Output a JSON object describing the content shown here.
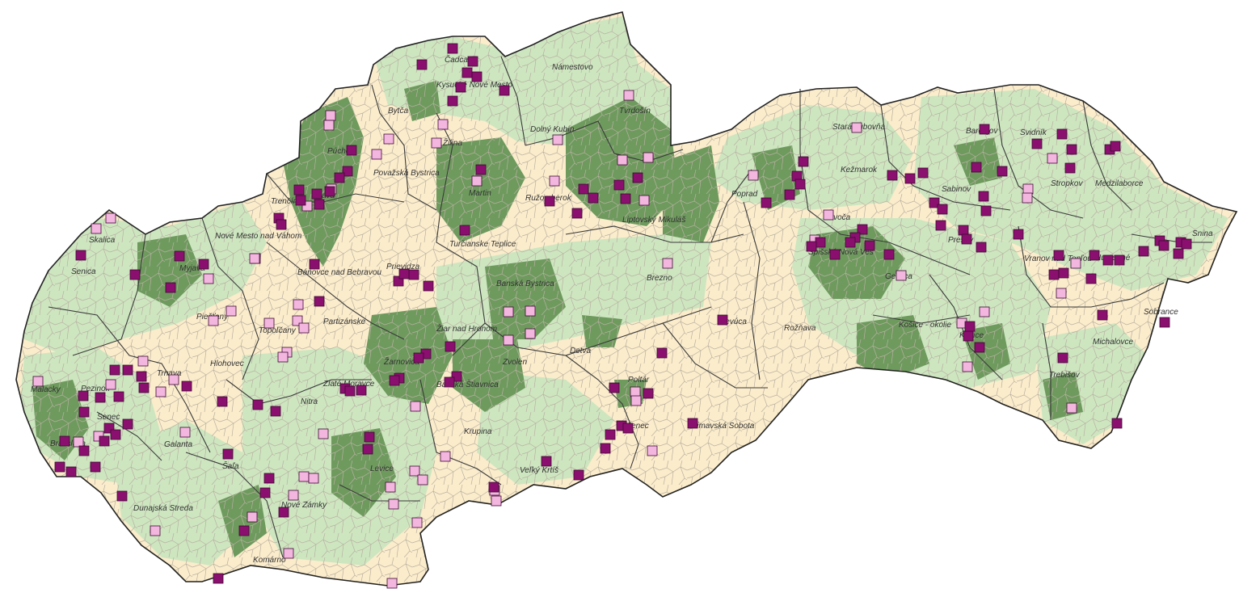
{
  "map": {
    "colors": {
      "background": "#ffffff",
      "land_base": "#fbeccb",
      "land_light_green": "#cde6c0",
      "land_dark_green": "#6e9a5e",
      "municipal_border": "#b8b0a0",
      "district_border": "#3a3a3a",
      "country_border": "#222222",
      "marker_dark": "#8b0f6e",
      "marker_light": "#f3b6df",
      "marker_outline": "#3d0a33"
    },
    "district_labels": [
      "Čadca",
      "Námestovo",
      "Kysucké Nové Mesto",
      "Bytča",
      "Tvrdošín",
      "Dolný Kubín",
      "Žilina",
      "Púchov",
      "Považská Bystrica",
      "Martin",
      "Ružomberok",
      "Liptovský Mikuláš",
      "Trenčín",
      "Ilava",
      "Stará Ľubovňa",
      "Bardejov",
      "Svidník",
      "Kežmarok",
      "Poprad",
      "Sabinov",
      "Stropkov",
      "Medzilaborce",
      "Levoča",
      "Prešov",
      "Vranov nad Topľou",
      "Humenné",
      "Snina",
      "Spišská Nová Ves",
      "Gelnica",
      "Skalica",
      "Nové Mesto nad Váhom",
      "Myjava",
      "Senica",
      "Bánovce nad Bebravou",
      "Turčianske Teplice",
      "Prievidza",
      "Banská Bystrica",
      "Brezno",
      "Piešťany",
      "Topoľčany",
      "Partizánske",
      "Žiar nad Hronom",
      "Revúca",
      "Rožňava",
      "Košice - okolie",
      "Košice",
      "Sobrance",
      "Michalovce",
      "Trnava",
      "Hlohovec",
      "Malacky",
      "Pezinok",
      "Senec",
      "Bratislava",
      "Žarnovica",
      "Banská Štiavnica",
      "Zvolen",
      "Detva",
      "Zlaté Moravce",
      "Poltár",
      "Trebišov",
      "Galanta",
      "Šaľa",
      "Nitra",
      "Krupina",
      "Lučenec",
      "Rimavská Sobota",
      "Levice",
      "Veľký Krtíš",
      "Dunajská Streda",
      "Nové Zámky",
      "Komárno"
    ],
    "marker_types": [
      "dark",
      "light"
    ]
  }
}
